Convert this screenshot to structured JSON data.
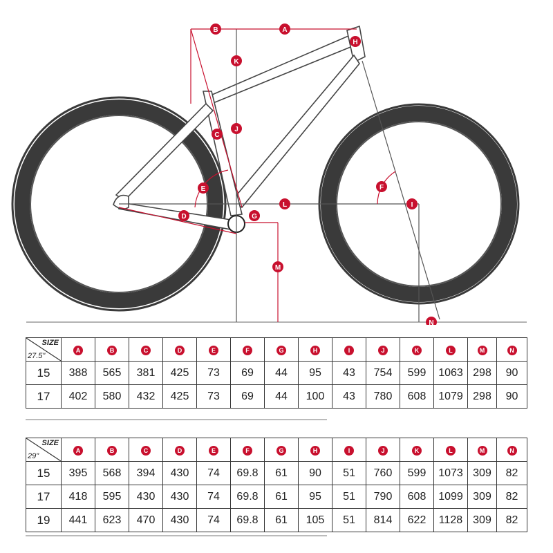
{
  "diagram": {
    "markers": [
      "A",
      "B",
      "C",
      "D",
      "E",
      "F",
      "G",
      "H",
      "I",
      "J",
      "K",
      "L",
      "M",
      "N"
    ]
  },
  "colors": {
    "accent": "#c8102e",
    "line": "#555555",
    "tire": "#3a3a3a"
  },
  "tables": [
    {
      "corner_label": "SIZE",
      "wheel_label": "27.5\"",
      "headers": [
        "A",
        "B",
        "C",
        "D",
        "E",
        "F",
        "G",
        "H",
        "I",
        "J",
        "K",
        "L",
        "M",
        "N"
      ],
      "rows": [
        {
          "size": "15",
          "values": [
            "388",
            "565",
            "381",
            "425",
            "73",
            "69",
            "44",
            "95",
            "43",
            "754",
            "599",
            "1063",
            "298",
            "90"
          ]
        },
        {
          "size": "17",
          "values": [
            "402",
            "580",
            "432",
            "425",
            "73",
            "69",
            "44",
            "100",
            "43",
            "780",
            "608",
            "1079",
            "298",
            "90"
          ]
        }
      ]
    },
    {
      "corner_label": "SIZE",
      "wheel_label": "29\"",
      "headers": [
        "A",
        "B",
        "C",
        "D",
        "E",
        "F",
        "G",
        "H",
        "I",
        "J",
        "K",
        "L",
        "M",
        "N"
      ],
      "rows": [
        {
          "size": "15",
          "values": [
            "395",
            "568",
            "394",
            "430",
            "74",
            "69.8",
            "61",
            "90",
            "51",
            "760",
            "599",
            "1073",
            "309",
            "82"
          ]
        },
        {
          "size": "17",
          "values": [
            "418",
            "595",
            "430",
            "430",
            "74",
            "69.8",
            "61",
            "95",
            "51",
            "790",
            "608",
            "1099",
            "309",
            "82"
          ]
        },
        {
          "size": "19",
          "values": [
            "441",
            "623",
            "470",
            "430",
            "74",
            "69.8",
            "61",
            "105",
            "51",
            "814",
            "622",
            "1128",
            "309",
            "82"
          ]
        }
      ]
    }
  ]
}
